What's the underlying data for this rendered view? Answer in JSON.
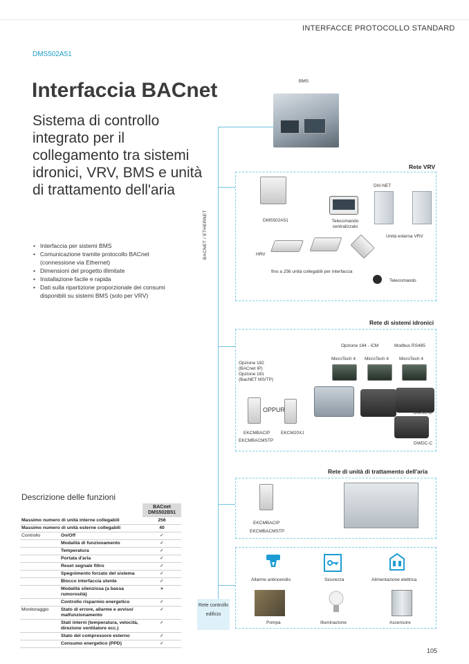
{
  "header": {
    "title": "INTERFACCE PROTOCOLLO STANDARD"
  },
  "model_code": "DMS502A51",
  "title": "Interfaccia BACnet",
  "subtitle": "Sistema di controllo integrato per il collegamento tra sistemi idronici, VRV, BMS e unità di trattamento dell'aria",
  "features": [
    "Interfaccia per sistemi BMS",
    "Comunicazione tramite protocollo BACnet (connessione via Ethernet)",
    "Dimensioni del progetto illimitate",
    "Installazione facile e rapida",
    "Dati sulla ripartizione proporzionale dei consumi disponibili su sistemi BMS (solo per VRV)"
  ],
  "functions": {
    "title": "Descrizione delle funzioni",
    "column_header": {
      "line1": "BACnet",
      "line2": "DMS502B51"
    },
    "rows": [
      {
        "group": "Massimo numero di unità interne collegabili",
        "item": "",
        "value": "256"
      },
      {
        "group": "Massimo numero di unità esterne collegabili",
        "item": "",
        "value": "40"
      },
      {
        "group": "Controllo",
        "item": "On/Off",
        "value": "✓"
      },
      {
        "group": "",
        "item": "Modalità di funzionamento",
        "value": "✓"
      },
      {
        "group": "",
        "item": "Temperatura",
        "value": "✓"
      },
      {
        "group": "",
        "item": "Portata d'aria",
        "value": "✓"
      },
      {
        "group": "",
        "item": "Reset segnale filtro",
        "value": "✓"
      },
      {
        "group": "",
        "item": "Spegnimento forzato del sistema",
        "value": "✓"
      },
      {
        "group": "",
        "item": "Blocco interfaccia utente",
        "value": "✓"
      },
      {
        "group": "",
        "item": "Modalità silenziosa (a bassa rumorosità)",
        "value": "×"
      },
      {
        "group": "",
        "item": "Controllo risparmio energetico",
        "value": "✓"
      },
      {
        "group": "Monitoraggio",
        "item": "Stato di errore, allarme e avviso/ malfunzionamento",
        "value": "✓"
      },
      {
        "group": "",
        "item": "Stati interni (temperatura, velocità, direzione ventilatore ecc.)",
        "value": "✓"
      },
      {
        "group": "",
        "item": "Stato del compressore esterno",
        "value": "✓"
      },
      {
        "group": "",
        "item": "Consumo energetico (PPD)",
        "value": "✓"
      }
    ]
  },
  "diagram": {
    "bms_label": "BMS",
    "bus_label": "BACNET / ETHERNET",
    "vrv": {
      "title": "Rete VRV",
      "diii": "DIII-NET",
      "dms": "DMS502A51",
      "remote_central": "Telecomando centralizzato",
      "outdoor": "Unità esterna VRV",
      "hrv": "HRV",
      "note": "fino a 256 unità collegabili per interfaccia",
      "remote": "Telecomando"
    },
    "hydronic": {
      "title": "Rete di sistemi idronici",
      "option184": "Opzione 184 - iCM",
      "modbus": "Modbus RS485",
      "options": "Opzione 182 (BACnet IP) Opzione 181 (BacNET MS/TP)",
      "microtech": "MicroTech 4",
      "oppure": "OPPURE",
      "ekcm1": "EKCMBACIP",
      "ekcm2": "EKCMBACMSTP",
      "ekcm3": "EKCM20XJ",
      "dwsc": "DWSC-C",
      "dwdc": "DWDC-C"
    },
    "ahu": {
      "title": "Rete di unità di trattamento dell'aria",
      "ekcm1": "EKCMBACIP",
      "ekcm2": "EKCMBACMSTP"
    },
    "building": {
      "label": "Rete controllo edificio",
      "fire": "Allarme antincendio",
      "security": "Sicurezza",
      "power": "Alimentazione elettrica",
      "pump": "Pompa",
      "lighting": "Illuminazione",
      "elevator": "Ascensore"
    }
  },
  "page_number": "105"
}
